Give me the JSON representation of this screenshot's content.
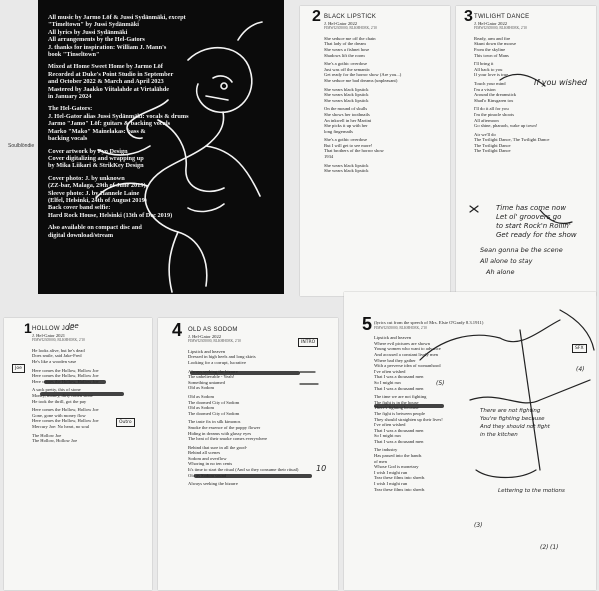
{
  "credits": {
    "p1": [
      "All music by Jarmo Löf & Jussi Sydänmäki, except",
      "\"Timeltown\" by Jussi Sydänmäki",
      "All lyrics by Jussi Sydänmäki",
      "All arrangements by the Hel-Gators",
      "J. thanks for inspiration: William J. Mann's",
      "book \"Tinseltown\""
    ],
    "p2": [
      "Mixed at Home Sweet Home by Jarmo Löf",
      "Recorded at Duke's Point Studio in September",
      "and October 2022 & March and April 2023",
      "Mastered by Jaakko Viitalahde at Virtalähde",
      "in January 2024"
    ],
    "p3": [
      "The Hel-Gators:",
      "J. Hel-Gator alias Jussi Sydänmäki: vocals & drums",
      "Jarmo \"Jamo\" Löf: guitars & backing vocals",
      "Marko \"Mako\" Mainelakas: bass &",
      "backing vocals"
    ],
    "p4": [
      "Cover artwork by Pyo Design",
      "Cover digitalizing and wrapping up",
      "by Mika Liikari & StrikKey Design"
    ],
    "p5": [
      "Cover photo: J. by unknown",
      "(ZZ-bar, Malaga, 29th of June 2019),",
      "Sleeve photo: J. by Hannele Laine",
      "(Elfel, Helsinki, 24th of August 2019)",
      "Back cover band selfie:",
      "Hard Rock House, Helsinki (13th of Dec 2019)"
    ],
    "p6": [
      "Also available on compact disc and",
      "digital download/stream"
    ]
  },
  "side_label": "Soulblöndie",
  "songs": {
    "s2": {
      "num": "2",
      "title": "BLACK LIPSTICK",
      "sub": "J. Hel-Gator 2022",
      "code": "FIMWI2305000, BLKHHOEK, 2'10",
      "lines": [
        "She seduce me off the chain",
        "That lady of the dream",
        "She wears a fishnet hose",
        "Shadows lift the room",
        "",
        "She's a gothic overdose",
        "Just was off the semantic",
        "Get ready for the horror show (Are you...)",
        "She seduce me bad dreams (unpleasant)",
        "",
        "She wears black lipstick",
        "She wears black lipstick",
        "She wears black lipstick",
        "",
        "On the mound of skulls",
        "She shows her toothnails",
        "An inkwell in her Martini",
        "She picks it up with her",
        "long fingernails",
        "",
        "She's a gothic overdose",
        "But I will get to see more!",
        "That brothers of the horror show",
        "1934",
        "",
        "She wears black lipstick",
        "She wears black lipstick"
      ]
    },
    "s3": {
      "num": "3",
      "title": "TWILIGHT DANCE",
      "sub": "J. Hel-Gator 2022",
      "code": "FIMWI2305000, BLKHHOEK, 2'10",
      "lines": [
        "Ready, arm and fire",
        "Skunt down the moose",
        "From the skyline",
        "This town of Mans",
        "",
        "I'll bring it",
        "All back to you",
        "If your love is true",
        "",
        "Touch your mind",
        "I'm a vision",
        "Around the dreamstick",
        "Shad'o Kinsgaren tox",
        "",
        "I'll do it all for you",
        "I'm the pinacle shoots",
        "All afternoon",
        "Go shine, pharaoh, wake up town!",
        "",
        "Air we'll do",
        "The Twilight Dance, The Twilight Dance",
        "The Twilight Dance",
        "The Twilight Dance"
      ]
    },
    "s3_notes": {
      "n1": "If you wished",
      "n2": "Time has come now",
      "n3": "Let ol' groovers go",
      "n4": "to start Rock'n Rollin'",
      "n5": "Get ready for the show",
      "n6": "Sean gonna be the scene",
      "n7": "All alone to stay",
      "n8": "Ah alone"
    },
    "s1": {
      "num": "1",
      "title": "HOLLOW JOE",
      "sub": "J. Hel-Gator 2021",
      "code": "FIMWI2305000, BLKHHOEK, 2'10",
      "lines": [
        "He looks alive, but he's dead",
        "Does smile, said Jake-Fred",
        "He's like a wooden vase",
        "",
        "Here comes the Hollow, Hollow Joe",
        "Here comes the Hollow, Hollow Joe",
        "Here comes the Hollow, Hollow Joe",
        "",
        "A sack pretty, this of stone",
        "Money, money, dirty rotten stone",
        "He took the thrill, got the pay",
        "",
        "Here comes the Hollow, Hollow Joe",
        "Gone, gone with money flow",
        "Here comes the Hollow, Hollow Joe",
        "Mercury Joe: No heart, no soul",
        "",
        "The Hollow Joe",
        "The Hollow, Hollow Joe"
      ]
    },
    "s1_notes": {
      "boxed": "Joe",
      "tag": "Outro",
      "heading": "Joe"
    },
    "s4": {
      "num": "4",
      "title": "OLD AS SODOM",
      "sub": "J. Hel-Gator 2022",
      "code": "FIMWI2305000, BLKHHOEK, 2'10",
      "lines": [
        "Lipstick and heaven",
        "Dressed in high heels and long skirts",
        "Looking for a corrupt, lucrative",
        "",
        "Always seeking the bizarre",
        "The unbelievable - Yeah!",
        "Something untamed",
        "Old as Sodom",
        "",
        "Old as Sodom",
        "The doomed City of Sodom",
        "Old as Sodom",
        "The doomed City of Sodom",
        "",
        "The taste fix in silk kimonos",
        "Smoke the essence of the poppy flower",
        "Hiding in dreams with glassy eyes",
        "The heat of their smoke comes everywhere",
        "",
        "Behind that sure in all the good-",
        "Behind all scenes",
        "Sodom and overflow",
        "Whoring in no ten cents",
        "It's time to start the ritual (And so they consume their ritual)",
        "Old as Sodom sound",
        "",
        "Always seeking the bizarre"
      ]
    },
    "s4_notes": {
      "box": "INTRO",
      "num10": "10"
    },
    "s5": {
      "num": "5",
      "title": "",
      "sub": "(lyrics cut from the speech of Mrs. Elsie O'Grady 8.3.1911)",
      "code": "FIMWI2305000, BLKHHOEK, 2'10",
      "lines": [
        "Lipstick and heaven",
        "Where evil pictures are shown",
        "Young women who want to advance",
        "And accused a constant lively men",
        "Where bad they gather",
        "With a perverse idea of womanhood",
        "I've often wished",
        "That I was a thousand men",
        "So I might run",
        "That I was a thousand men",
        "",
        "The time we are not fighting",
        "The fight is in the house",
        "There's fighting because",
        "The fight is between people",
        "They should straighten up their lives!",
        "I've often wished",
        "That I was a thousand men",
        "So I might run",
        "That I was a thousand men",
        "",
        "The industry",
        "Has passed into the hands",
        "of men",
        "Whose God is monetary",
        "I wish I might run",
        "Tear these films into shreds",
        "I wish I might run",
        "Tear these films into shreds"
      ]
    },
    "s5_notes": {
      "n1": "There are not fighting",
      "n2": "You're fighting because",
      "n3": "And they should not fight",
      "n4": "in the kitchen",
      "n5": "Lettering to the motions",
      "sfx": "SFX",
      "a": "(5)",
      "b": "(4)",
      "c": "(2)",
      "d": "(1)",
      "e": "(3)"
    }
  }
}
